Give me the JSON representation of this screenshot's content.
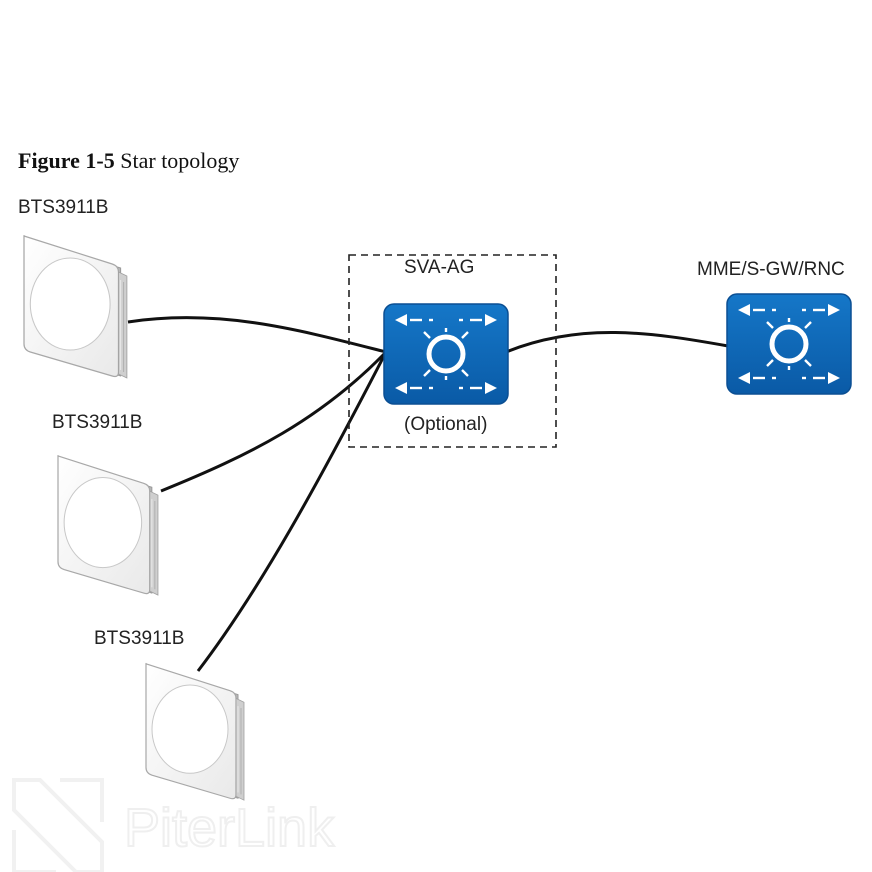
{
  "figure": {
    "number": "Figure 1-5",
    "title": "Star topology"
  },
  "nodes": {
    "bts_top": "BTS3911B",
    "bts_middle": "BTS3911B",
    "bts_bottom": "BTS3911B",
    "aggregator": "SVA-AG",
    "aggregator_note": "(Optional)",
    "core": "MME/S-GW/RNC"
  },
  "watermark": "PiterLink",
  "colors": {
    "switch_blue": "#0a63b3",
    "switch_border": "#1a5ea8",
    "link": "#111111"
  }
}
